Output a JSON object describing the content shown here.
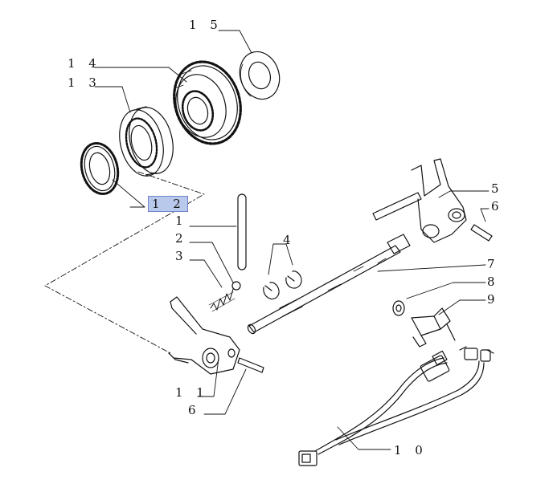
{
  "callouts": {
    "c1": "1",
    "c2": "2",
    "c3": "3",
    "c4": "4",
    "c5": "5",
    "c6a": "6",
    "c6b": "6",
    "c7": "7",
    "c8": "8",
    "c9": "9",
    "c10": "1 0",
    "c11": "1 1",
    "c12": "1 2",
    "c13": "1 3",
    "c14": "1 4",
    "c15": "1 5"
  },
  "selected_callout": "c12",
  "colors": {
    "line": "#111111",
    "highlight_fill": "#b9c9ec",
    "highlight_border": "#6f86c8"
  }
}
